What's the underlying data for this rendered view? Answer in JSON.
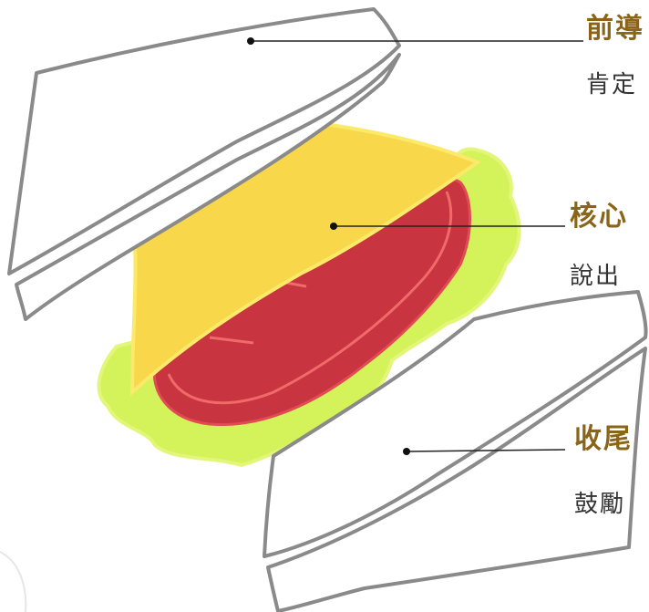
{
  "labels": {
    "top": {
      "title": "前導",
      "desc": "肯定"
    },
    "middle": {
      "title": "核心",
      "desc": "說出"
    },
    "bottom": {
      "title": "收尾",
      "desc": "鼓勵"
    }
  },
  "colors": {
    "bread_outline": "#8a8a8a",
    "cheese": "#f8d84a",
    "cheese_edge": "#fbe96a",
    "meat": "#c8343f",
    "meat_line": "#f06a6a",
    "lettuce": "#d4f25a",
    "title_text": "#8a6418",
    "desc_text": "#333333"
  }
}
